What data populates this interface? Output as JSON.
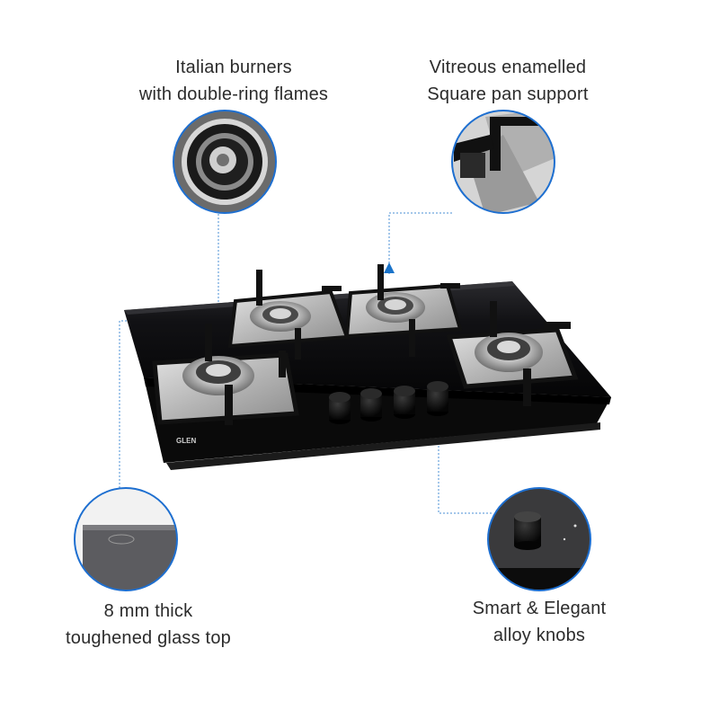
{
  "captions": {
    "burners": {
      "line1": "Italian burners",
      "line2": "with double-ring flames",
      "detail_icon": "burner-closeup-icon"
    },
    "pan_support": {
      "line1": "Vitreous enamelled",
      "line2": "Square pan support",
      "detail_icon": "pan-support-closeup-icon"
    },
    "glass_top": {
      "line1": "8 mm thick",
      "line2": "toughened glass top",
      "detail_icon": "glass-corner-closeup-icon"
    },
    "knobs": {
      "line1": "Smart & Elegant",
      "line2": "alloy knobs",
      "detail_icon": "knob-closeup-icon"
    }
  },
  "product": {
    "brand": "GLEN",
    "burner_count": 4,
    "knob_count": 4
  },
  "colors": {
    "accent_blue": "#1a73c9",
    "circle_ring": "#1e6fd0",
    "glass_black": "#0b0b0d",
    "steel": "#b9b9b9"
  }
}
